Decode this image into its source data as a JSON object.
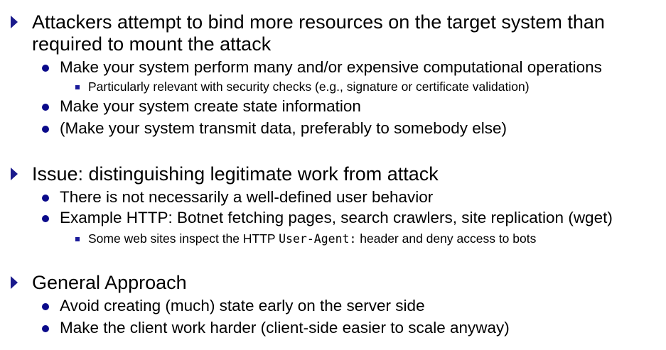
{
  "colors": {
    "arrow": "#1a1a8c",
    "bullet": "#0a0a8a"
  },
  "sections": [
    {
      "text_line1": "Attackers attempt to bind more resources on the target system than",
      "text_line2": "required to mount the attack",
      "items": [
        "Make your system perform many and/or expensive computational operations",
        "Make your system create state information",
        "(Make your system transmit data, preferably to somebody else)"
      ],
      "sub": [
        "Particularly relevant with security checks (e.g., signature or certificate validation)"
      ]
    },
    {
      "text": "Issue: distinguishing legitimate work from attack",
      "items": [
        "There is not necessarily a well-defined user behavior",
        "Example HTTP: Botnet fetching pages, search crawlers, site replication (wget)"
      ],
      "sub_pre": "Some web sites inspect the HTTP ",
      "sub_code": "User-Agent:",
      "sub_post": " header and deny access to bots"
    },
    {
      "text": "General Approach",
      "items": [
        "Avoid creating (much) state early on the server side",
        "Make the client work harder (client-side easier to scale anyway)"
      ]
    }
  ]
}
